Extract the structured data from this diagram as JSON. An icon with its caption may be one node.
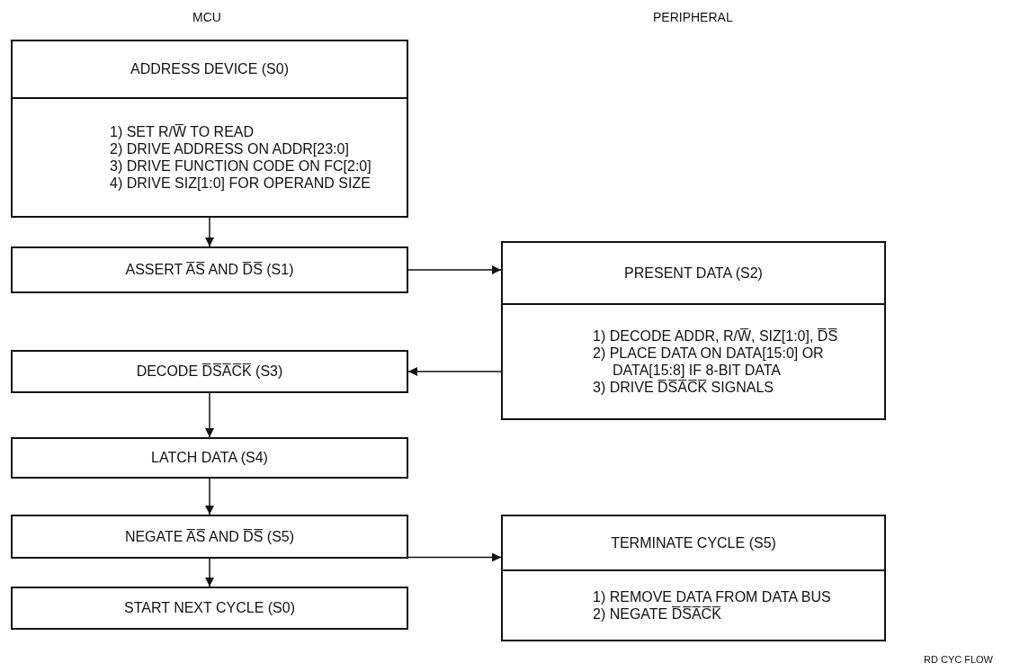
{
  "diagram": {
    "nodes": [
      {
        "text": [
          "ADDRESS DEVICE (S0)",
          "1) SET R/W̅ TO READ",
          "2) DRIVE ADDRESS ON ADDR[23:0]",
          "3) DRIVE FUNCTION CODE ON FC[2:0]",
          "4) DRIVE SIZ[1:0] FOR OPERAND SIZE"
        ]
      },
      {
        "text": [
          "ASSERT A̅S̅ AND D̅S̅ (S1)"
        ]
      },
      {
        "text": [
          "PRESENT DATA (S2)",
          "1) DECODE ADDR, R/W̅, SIZ[1:0], D̅S̅",
          "2) PLACE DATA ON DATA[15:0] OR DATA[15:8] IF 8-BIT DATA",
          "3) DRIVE D̅S̅A̅C̅K̅ SIGNALS"
        ]
      },
      {
        "text": [
          "DECODE D̅S̅A̅C̅K̅ (S3)"
        ]
      },
      {
        "text": [
          "LATCH DATA (S4)"
        ]
      },
      {
        "text": [
          "NEGATE A̅S̅ AND D̅S̅ (S5)"
        ]
      },
      {
        "text": [
          "TERMINATE CYCLE (S5)",
          "1) REMOVE DATA FROM DATA BUS",
          "2) NEGATE D̅S̅A̅C̅K̅"
        ]
      },
      {
        "text": [
          "START NEXT CYCLE (S0)"
        ]
      }
    ],
    "edges": [
      {
        "from": 0,
        "to": 1,
        "arrow": "to"
      },
      {
        "from": 1,
        "to": 2,
        "arrow": "to"
      },
      {
        "from": 2,
        "to": 3,
        "arrow": "to"
      },
      {
        "from": 3,
        "to": 4,
        "arrow": "to"
      },
      {
        "from": 4,
        "to": 5,
        "arrow": "to"
      },
      {
        "from": 5,
        "to": 6,
        "arrow": "to"
      },
      {
        "from": 5,
        "to": 7,
        "arrow": "to"
      }
    ],
    "labels": [
      "MCU",
      "PERIPHERAL",
      "RD CYC FLOW"
    ]
  }
}
